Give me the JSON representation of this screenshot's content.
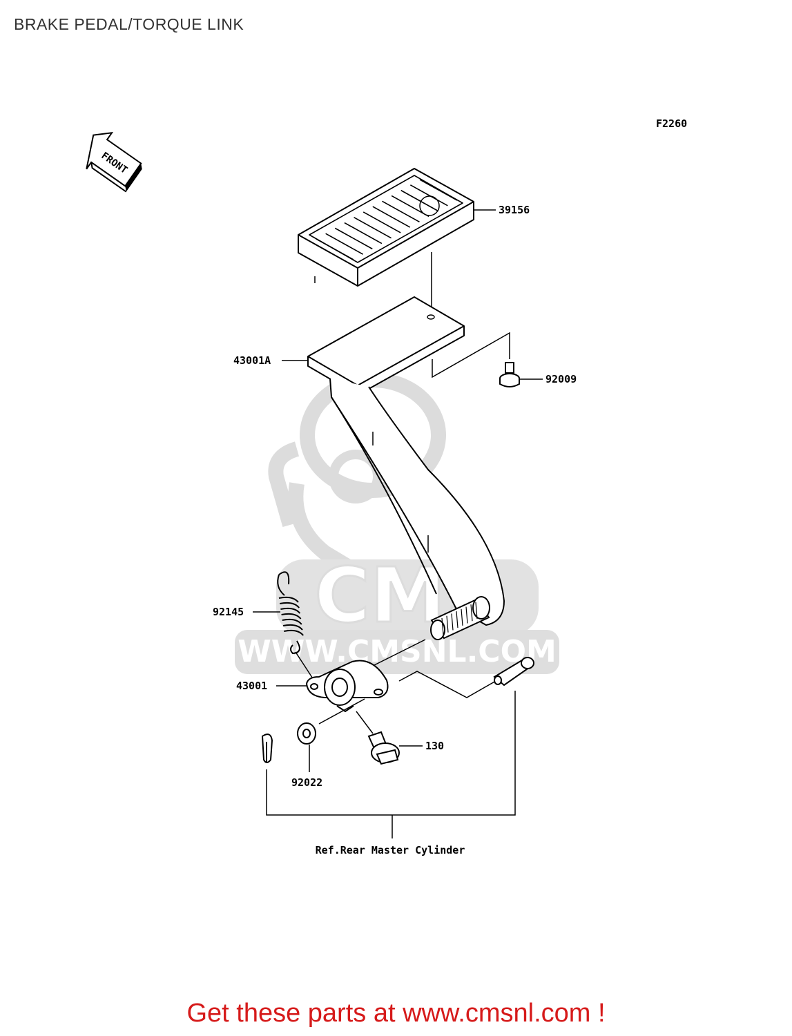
{
  "page": {
    "title": "BRAKE PEDAL/TORQUE LINK"
  },
  "diagram": {
    "figure_code": "F2260",
    "front_marker": "FRONT",
    "parts": [
      {
        "id": "pedal-pad",
        "label": "39156"
      },
      {
        "id": "brake-pedal",
        "label": "43001A"
      },
      {
        "id": "bolt",
        "label": "92009"
      },
      {
        "id": "spring",
        "label": "92145"
      },
      {
        "id": "lever",
        "label": "43001"
      },
      {
        "id": "flange-bolt",
        "label": "130"
      },
      {
        "id": "washer",
        "label": "92022"
      }
    ],
    "reference_note": "Ref.Rear Master Cylinder",
    "watermark": {
      "logo": "CMS",
      "url": "WWW.CMSNL.COM",
      "color": "#d9d9d9"
    }
  },
  "footer": {
    "cta_text": "Get these parts at www.cmsnl.com !",
    "color": "#d61a1a"
  }
}
